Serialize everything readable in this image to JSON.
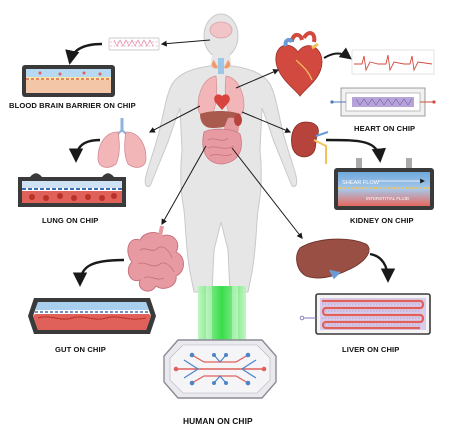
{
  "labels": {
    "blood_brain_barrier": "BLOOD BRAIN BARRIER ON CHIP",
    "heart": "HEART ON CHIP",
    "lung": "LUNG ON CHIP",
    "kidney": "KIDNEY ON CHIP",
    "gut": "GUT ON CHIP",
    "liver": "LIVER ON CHIP",
    "human": "HUMAN ON CHIP"
  },
  "kidney_chip_text": {
    "top_channel": "SHEAR FLOW",
    "bottom_channel": "INTERSTITIAL FLUID"
  },
  "colors": {
    "body": "#e6e6e6",
    "body_outline": "#c9c9c9",
    "arrow": "#1a1a1a",
    "chip_red": "#e0605a",
    "chip_blue": "#7fb4e3",
    "chip_purple": "#b9a7d6",
    "green_light": "#3fe14a"
  },
  "icons": [
    "brain-chip-icon",
    "heart-icon",
    "lungs-icon",
    "kidney-icon",
    "intestine-icon",
    "liver-icon"
  ]
}
